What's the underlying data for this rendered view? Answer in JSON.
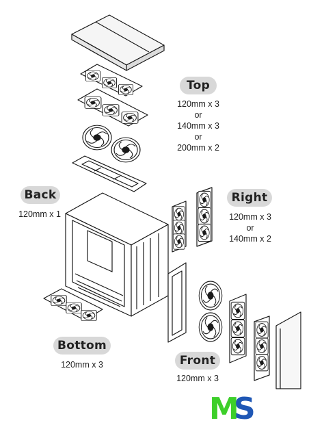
{
  "groups": {
    "top": {
      "title": "Top",
      "lines": [
        "120mm x 3",
        "or",
        "140mm x 3",
        "or",
        "200mm x 2"
      ]
    },
    "back": {
      "title": "Back",
      "lines": [
        "120mm x 1"
      ]
    },
    "right": {
      "title": "Right",
      "lines": [
        "120mm x 3",
        "or",
        "140mm x 2"
      ]
    },
    "bottom": {
      "title": "Bottom",
      "lines": [
        "120mm x 3"
      ]
    },
    "front": {
      "title": "Front",
      "lines": [
        "120mm x 3"
      ]
    }
  },
  "logo": {
    "letters": [
      "M",
      "S"
    ],
    "colors": [
      "#3dcf2a",
      "#1f57b5"
    ]
  },
  "colors": {
    "line": "#1a1a1a",
    "pill": "#d8d8d8"
  }
}
